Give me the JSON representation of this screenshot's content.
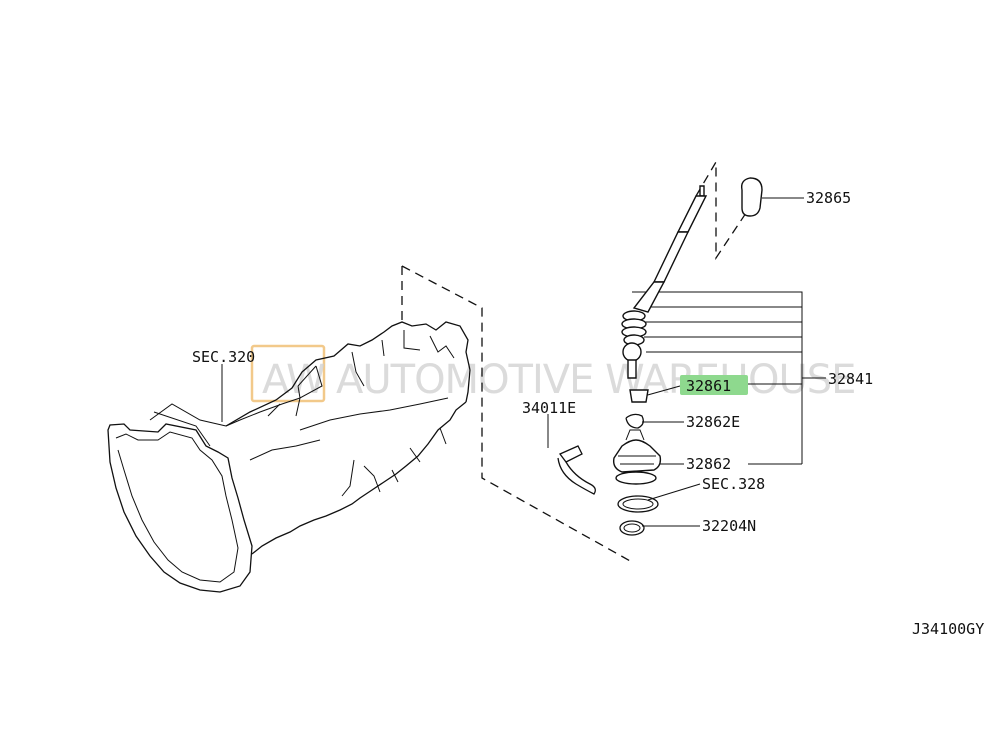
{
  "labels": {
    "sec320": "SEC.320",
    "p32865": "32865",
    "p32841": "32841",
    "p32861": "32861",
    "p32862e": "32862E",
    "p34011e": "34011E",
    "p32862": "32862",
    "sec328": "SEC.328",
    "p32204n": "32204N",
    "diagram_code": "J34100GY"
  },
  "watermark": {
    "mark": "AW",
    "text": "AUTOMOTIVE WAREHOUSE"
  },
  "colors": {
    "highlight": "#8ed98e",
    "watermark_box": "#f2c98a",
    "line": "#111111"
  }
}
